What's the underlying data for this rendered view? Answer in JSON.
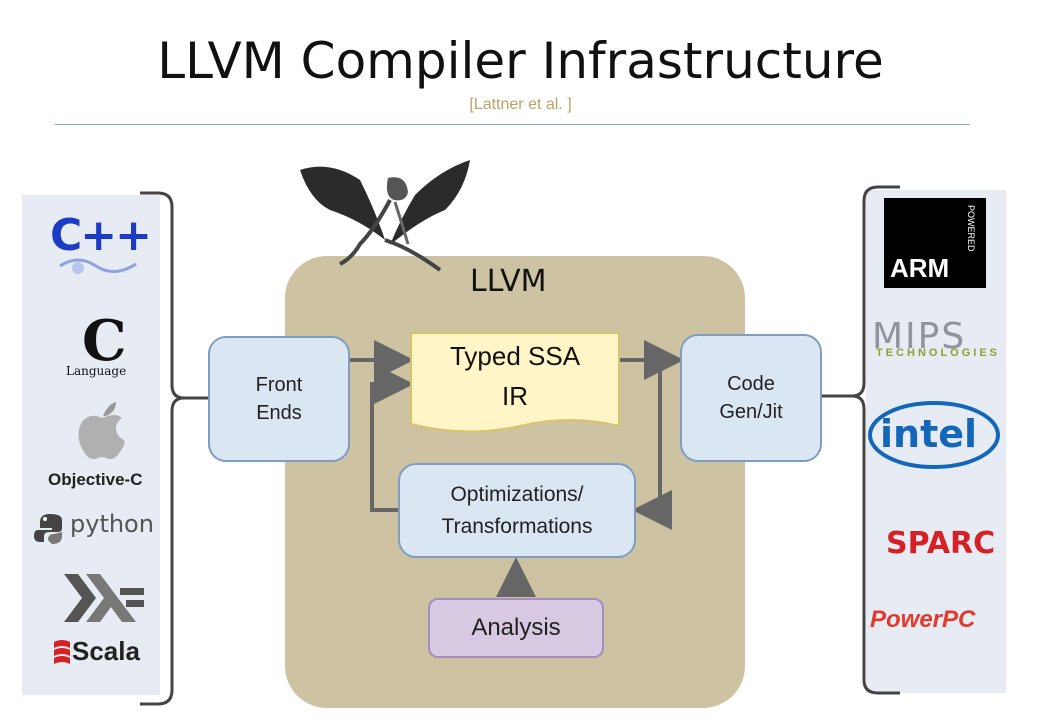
{
  "title": "LLVM Compiler Infrastructure",
  "citation": "[Lattner et al. ]",
  "core_label": "LLVM",
  "boxes": {
    "front_ends": "Front\nEnds",
    "ir": "Typed SSA\nIR",
    "code_gen": "Code\nGen/Jit",
    "optimizations": "Optimizations/\nTransformations",
    "analysis": "Analysis"
  },
  "languages": {
    "cpp": "C++",
    "c_letter": "C",
    "c_caption": "Language",
    "objective_c": "Objective-C",
    "python": "python",
    "scala": "Scala"
  },
  "targets": {
    "arm": "ARM",
    "arm_powered": "POWERED",
    "mips": "MIPS",
    "mips_sub": "TECHNOLOGIES",
    "intel": "intel",
    "sparc": "SPARC",
    "powerpc": "PowerPC"
  },
  "colors": {
    "core_background": "#cdc3a2",
    "box_fill": "#dbe6f3",
    "ir_fill": "#fff5c6",
    "analysis_fill": "#d8c9e2",
    "panel_fill": "#e6ebf4"
  },
  "icons": [
    "llvm-dragon-logo",
    "apple-logo",
    "python-logo",
    "haskell-logo",
    "scala-logo"
  ]
}
